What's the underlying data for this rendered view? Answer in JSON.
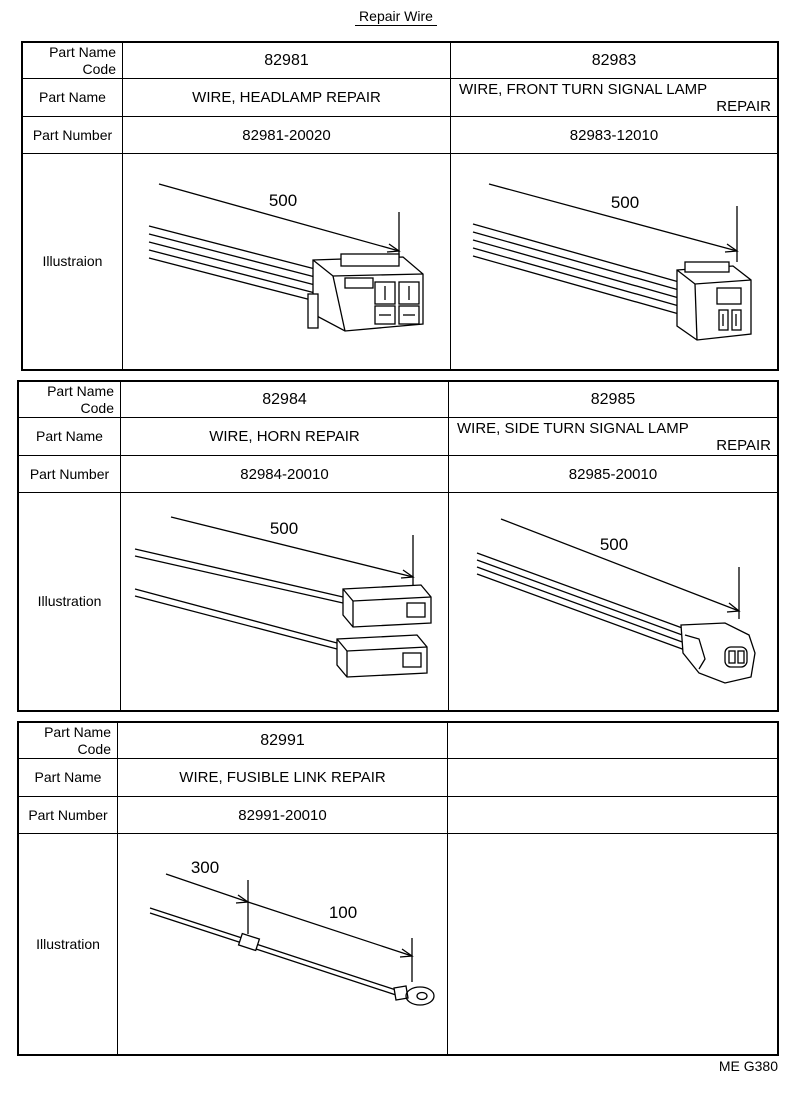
{
  "header": {
    "title": "Repair Wire"
  },
  "labels": {
    "code_line1": "Part Name",
    "code_line2": "Code",
    "part_name": "Part Name",
    "part_number": "Part Number",
    "illustration_a": "Illustraion",
    "illustration_b": "Illustration",
    "illustration_c": "Illustration"
  },
  "blocks": [
    {
      "items": [
        {
          "code": "82981",
          "name": "WIRE, HEADLAMP REPAIR",
          "number": "82981-20020",
          "dimension": "500"
        },
        {
          "code": "82983",
          "name_line1": "WIRE, FRONT TURN SIGNAL LAMP",
          "name_line2": "REPAIR",
          "number": "82983-12010",
          "dimension": "500"
        }
      ]
    },
    {
      "items": [
        {
          "code": "82984",
          "name": "WIRE, HORN REPAIR",
          "number": "82984-20010",
          "dimension": "500"
        },
        {
          "code": "82985",
          "name_line1": "WIRE, SIDE TURN SIGNAL LAMP",
          "name_line2": "REPAIR",
          "number": "82985-20010",
          "dimension": "500"
        }
      ]
    },
    {
      "items": [
        {
          "code": "82991",
          "name": "WIRE, FUSIBLE LINK REPAIR",
          "number": "82991-20010",
          "dimension_a": "300",
          "dimension_b": "100"
        }
      ]
    }
  ],
  "footer": {
    "ref": "ME G380"
  }
}
